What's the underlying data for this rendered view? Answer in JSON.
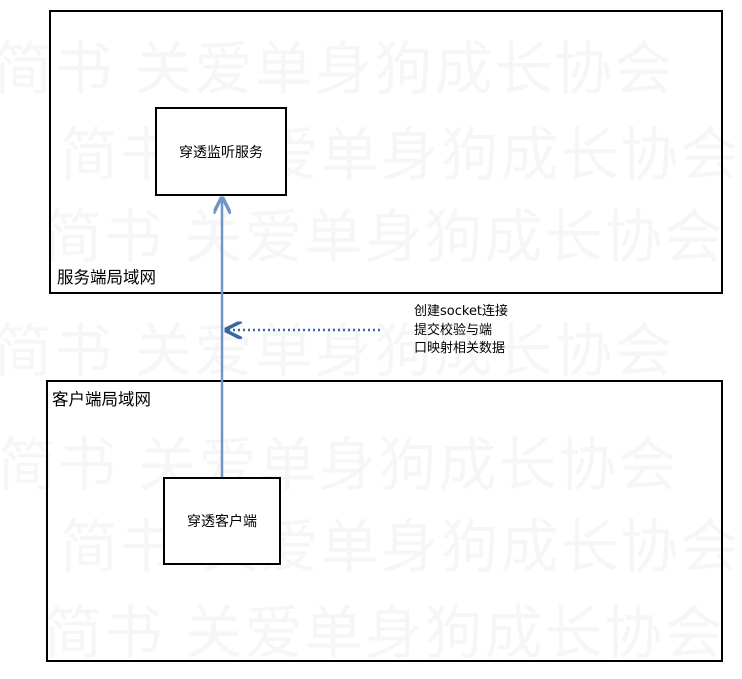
{
  "watermark": {
    "text": "简书 关爱单身狗成长协会",
    "color": "#000000"
  },
  "zones": {
    "server": {
      "label": "服务端局域网"
    },
    "client": {
      "label": "客户端局域网"
    }
  },
  "nodes": {
    "server": {
      "label": "穿透监听服务"
    },
    "client": {
      "label": "穿透客户端"
    }
  },
  "edges": [
    {
      "from": "nodes.client",
      "to": "nodes.server",
      "style": "solid",
      "color": "#6f96c6"
    },
    {
      "from": "annotation",
      "to": "edge",
      "style": "dotted",
      "color": "#3c66a0"
    }
  ],
  "annotation": {
    "lines": [
      "创建socket连接",
      "提交校验与端",
      "口映射相关数据"
    ]
  }
}
